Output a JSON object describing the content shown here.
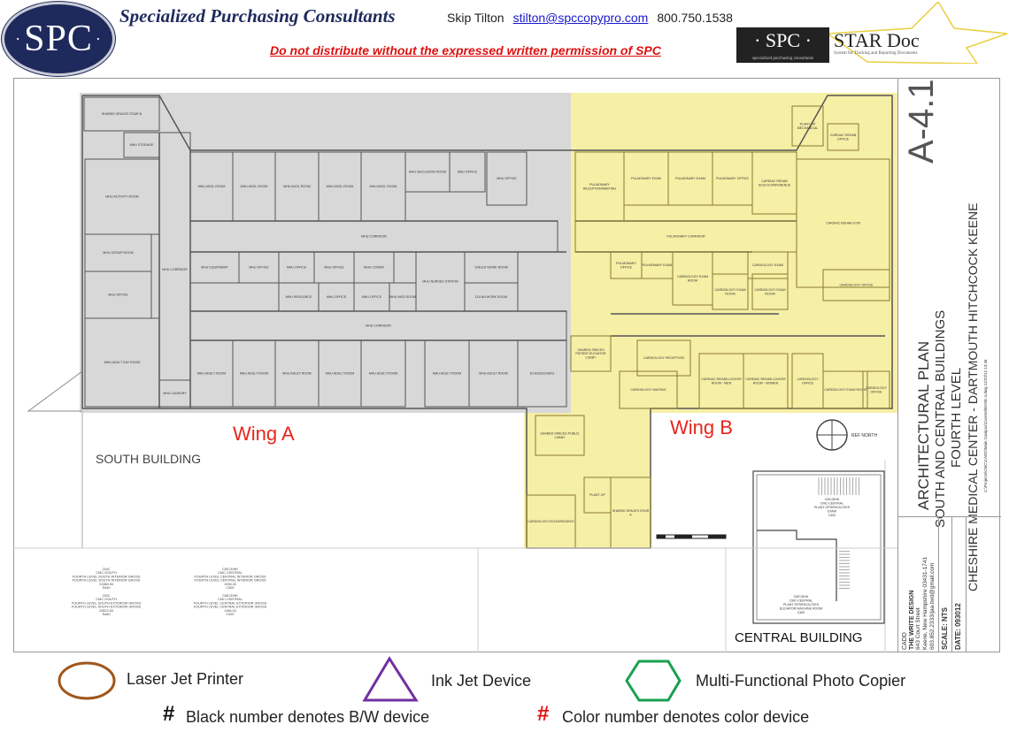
{
  "header": {
    "logo_text": "SPC",
    "company": "Specialized Purchasing Consultants",
    "contact_name": "Skip Tilton",
    "contact_email": "stilton@spccopypro.com",
    "contact_phone": "800.750.1538",
    "warning": "Do not distribute without the expressed written permission of SPC",
    "stardoc_logo": "SPC",
    "stardoc_logo_sub": "specialized purchasing consultants",
    "stardoc_title": "STAR Doc",
    "stardoc_sub": "System for Tracking and Reporting Documents"
  },
  "plan": {
    "wing_a": "Wing A",
    "wing_b": "Wing B",
    "south_building": "SOUTH BUILDING",
    "central_building": "CENTRAL BUILDING",
    "ref_north": "REF NORTH",
    "central_room_1": [
      "CMC/DHK",
      "CMC-CENTRAL",
      "PLANT OPS/FACILITIES",
      "STAIR",
      "C402"
    ],
    "central_room_2": [
      "CMC/DHK",
      "CMC-CENTRAL",
      "PLANT OPS/FACILITIES",
      "ELEVATOR MACHINE ROOM",
      "C400"
    ],
    "gross_areas": [
      [
        "CMC",
        "CMC-SOUTH",
        "FOURTH LEVEL SOUTH INTERIOR GROSS",
        "FOURTH LEVEL SOUTH INTERIOR GROSS",
        "21386.54",
        "S440"
      ],
      [
        "CMC",
        "CMC-SOUTH",
        "FOURTH LEVEL SOUTH EXTERIOR GROSS",
        "FOURTH LEVEL SOUTH EXTERIOR GROSS",
        "22823.54",
        "S460"
      ],
      [
        "CMC/DHK",
        "CMC-CENTRAL",
        "FOURTH LEVEL CENTRAL INTERIOR GROSS",
        "FOURTH LEVEL CENTRAL INTERIOR GROSS",
        "1036.32",
        "C400"
      ],
      [
        "CMC/DHK",
        "CMC-CENTRAL",
        "FOURTH LEVEL CENTRAL EXTERIOR GROSS",
        "FOURTH LEVEL CENTRAL EXTERIOR GROSS",
        "1166.43",
        "C400"
      ]
    ],
    "rooms": [
      "SHARED SPACES STAIR B",
      "MHU STORAGE",
      "MHU CORRIDOR",
      "MHU ACTIVITY ROOM",
      "MHU GROUP ROOM",
      "MHU OFFICE",
      "MHU ADULT DAY ROOM",
      "MHU ADOL ROOM",
      "MHU ADOL ROOM",
      "MHU ADOL ROOM",
      "MHU ADOL ROOM",
      "MHU ADOL ROOM",
      "MHU SECLUSION ROOM",
      "MHU OFFICE",
      "MHU OFFICE",
      "MHU CORRIDOR",
      "MHU EQUIPMENT",
      "MHU OFFICE",
      "MHU OFFICE",
      "MHU OFFICE",
      "MHU COPIER",
      "MHU NURSES STATION",
      "SOILED WORK ROOM",
      "MHU RESOURCE",
      "MHU OFFICE",
      "MHU OFFICE",
      "MHU MED ROOM",
      "CLEAN WORK ROOM",
      "MHU CORRIDOR",
      "MHU ADULT ROOM",
      "MHU ADULT ROOM",
      "MHU ADULT ROOM",
      "MHU ADULT ROOM",
      "MHU ADULT ROOM",
      "MHU ADULT ROOM",
      "MHU ADULT ROOM",
      "ECHO/EEG/EKG",
      "MHU LAUNDRY",
      "PULMONARY RECEPTION/WAITING",
      "PULMONARY EXAM",
      "PULMONARY EXAM",
      "PULMONARY OFFICE",
      "CARDIAC REHAB EDUC/CONFERENCE",
      "CARDIAC REHAB GYM",
      "PLANT OP MECHANICAL",
      "CARDIAC REHAB OFFICE",
      "PULMONARY CORRIDOR",
      "PULMONARY OFFICE",
      "PULMONARY EXAM",
      "CARDIOLOGY EXAM ROOM",
      "CARDIOLOGY EXAM ROOM",
      "CARDIOLOGY EXAM",
      "CARDIOLOGY EXAM ROOM",
      "CARDIOLOGY OFFICE",
      "SHARED SPACES PATIENT ELEVATOR LOBBY",
      "CARDIOLOGY RECEPTION",
      "CARDIOLOGY WAITING",
      "CARDIAC REHAB LOCKER ROOM - MEN",
      "CARDIAC REHAB LOCKER ROOM - WOMEN",
      "CARDIOLOGY OFFICE",
      "CARDIOLOGY EXAM ROOM",
      "CARDIOLOGY OFFICE",
      "SHARED SPACES PUBLIC LOBBY",
      "CARDIOLOGY ECHO/EEG/EKG",
      "SHARED SPACES STAIR A",
      "PLANT OP"
    ]
  },
  "title_block": {
    "sheet": "A-4.1",
    "line1": "ARCHITECTURAL PLAN",
    "line2": "SOUTH AND CENTRAL BUILDINGS",
    "line3": "FOURTH LEVEL",
    "line4": "CHESHIRE MEDICAL CENTER - DARTMOUTH HITCHCOCK KEENE",
    "path": "C:\\Projects\\CMC\\CADD\\Main Campus\\Current\\BASE-4.dwg 11/23/12 13:46",
    "cadd": "CADD",
    "firm": "THE WRITE DESIGN",
    "address1": "643 Court Street",
    "address2": "Keene, New Hampshire 03431-1741",
    "address3": "603.852.2333/jaa.twd@gmail.com",
    "scale": "SCALE: NTS",
    "date": "DATE:  093012"
  },
  "legend": {
    "laser": "Laser Jet Printer",
    "inkjet": "Ink Jet Device",
    "mfp": "Multi-Functional Photo Copier",
    "hash": "#",
    "bw": "Black number denotes B/W device",
    "color": "Color number denotes color device",
    "colors": {
      "laser": "#a0561a",
      "inkjet": "#7030a0",
      "mfp": "#1aa050",
      "color_hash": "#e21010"
    }
  }
}
